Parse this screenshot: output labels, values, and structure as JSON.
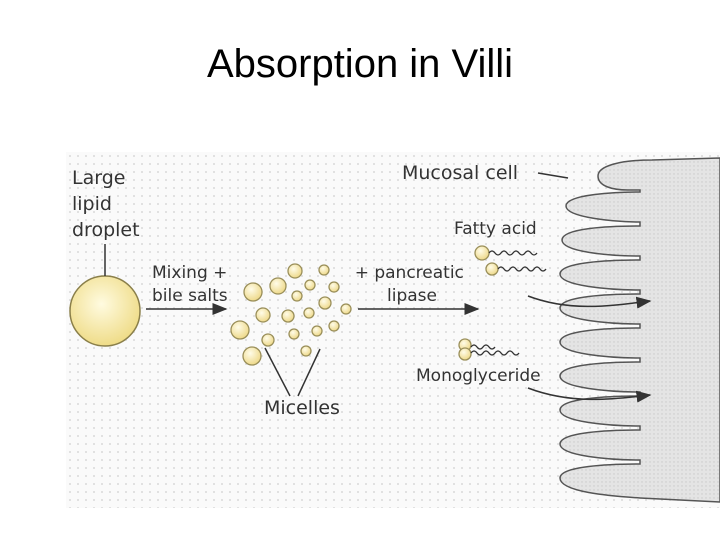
{
  "title": "Absorption in Villi",
  "labels": {
    "large_lipid_droplet": [
      "Large",
      "lipid",
      "droplet"
    ],
    "mixing_bile_salts": [
      "Mixing +",
      "bile salts"
    ],
    "pancreatic_lipase": [
      "+ pancreatic",
      "lipase"
    ],
    "micelles": "Micelles",
    "mucosal_cell": "Mucosal cell",
    "fatty_acid": "Fatty acid",
    "monoglyceride": "Monoglyceride"
  },
  "colors": {
    "droplet_fill": "#f6eba8",
    "micelle_fill": "#f3e39a",
    "micelle_stroke": "#9a8f5a",
    "cell_fill": "#e2e2e2",
    "line": "#333333"
  }
}
